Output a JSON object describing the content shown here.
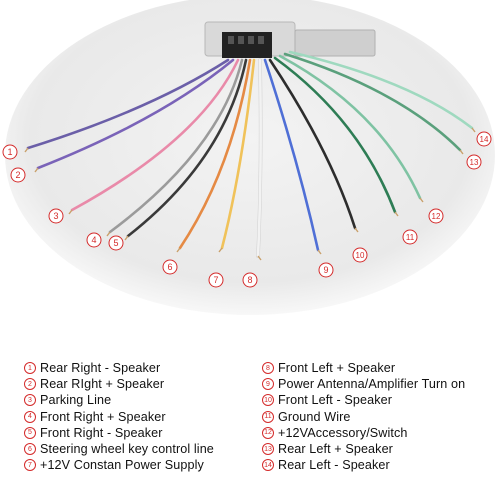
{
  "colors": {
    "badge_red": "#d42b2b"
  },
  "wires": [
    {
      "number": "1",
      "color": "#6b5fa8"
    },
    {
      "number": "2",
      "color": "#7a63b8"
    },
    {
      "number": "3",
      "color": "#e98aa9"
    },
    {
      "number": "4",
      "color": "#9b9b9b"
    },
    {
      "number": "5",
      "color": "#3a3a3a"
    },
    {
      "number": "6",
      "color": "#e58a44"
    },
    {
      "number": "7",
      "color": "#f0c25a"
    },
    {
      "number": "8",
      "color": "#f2f2f2"
    },
    {
      "number": "9",
      "color": "#4f6fd6"
    },
    {
      "number": "10",
      "color": "#2d2d2d"
    },
    {
      "number": "11",
      "color": "#2e7d55"
    },
    {
      "number": "12",
      "color": "#7fc3a3"
    },
    {
      "number": "13",
      "color": "#5aa07c"
    },
    {
      "number": "14",
      "color": "#9fd9bf"
    }
  ],
  "legend": {
    "left": [
      {
        "n": "1",
        "label": "Rear Right - Speaker"
      },
      {
        "n": "2",
        "label": "Rear RIght + Speaker"
      },
      {
        "n": "3",
        "label": "Parking Line"
      },
      {
        "n": "4",
        "label": "Front Right + Speaker"
      },
      {
        "n": "5",
        "label": "Front Right - Speaker"
      },
      {
        "n": "6",
        "label": "Steering wheel key control line"
      },
      {
        "n": "7",
        "label": "+12V Constan Power Supply"
      }
    ],
    "right": [
      {
        "n": "8",
        "label": "Front Left + Speaker"
      },
      {
        "n": "9",
        "label": "Power Antenna/Amplifier Turn on"
      },
      {
        "n": "10",
        "label": "Front Left - Speaker"
      },
      {
        "n": "11",
        "label": "Ground Wire"
      },
      {
        "n": "12",
        "label": "+12VAccessory/Switch"
      },
      {
        "n": "13",
        "label": "Rear Left + Speaker"
      },
      {
        "n": "14",
        "label": "Rear Left - Speaker"
      }
    ]
  }
}
